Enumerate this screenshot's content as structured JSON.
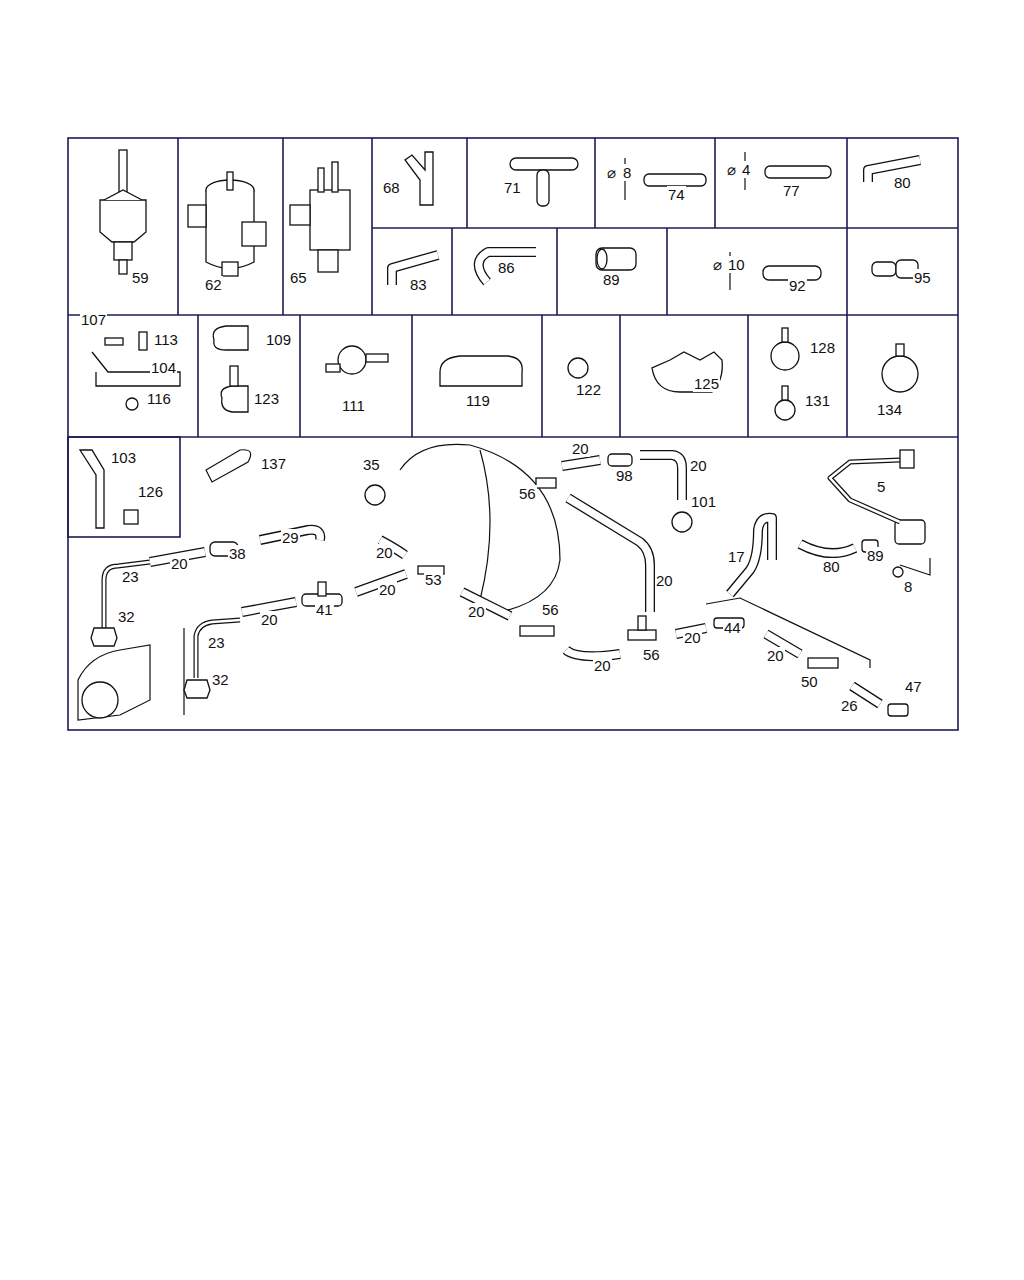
{
  "diagram": {
    "labels": [
      "59",
      "62",
      "65",
      "68",
      "71",
      "⌀",
      "8",
      "74",
      "⌀",
      "4",
      "77",
      "80",
      "83",
      "86",
      "89",
      "⌀",
      "10",
      "92",
      "95",
      "107",
      "113",
      "104",
      "116",
      "109",
      "123",
      "111",
      "119",
      "122",
      "125",
      "128",
      "131",
      "134",
      "103",
      "126",
      "137",
      "35",
      "20",
      "98",
      "20",
      "56",
      "101",
      "5",
      "29",
      "38",
      "20",
      "20",
      "17",
      "80",
      "89",
      "23",
      "53",
      "20",
      "8",
      "20",
      "41",
      "20",
      "56",
      "20",
      "32",
      "44",
      "20",
      "23",
      "56",
      "20",
      "20",
      "32",
      "50",
      "47",
      "26"
    ]
  }
}
